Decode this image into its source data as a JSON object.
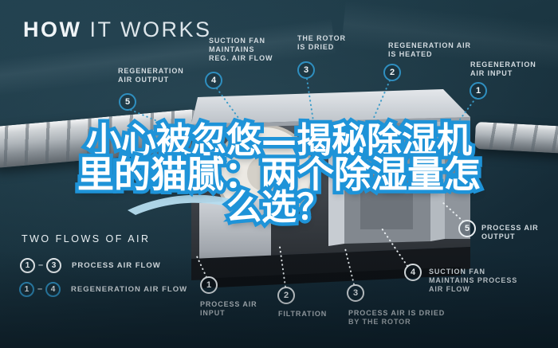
{
  "title": {
    "bold": "HOW",
    "light": " IT WORKS"
  },
  "headline": {
    "line1": "小心被忽悠—揭秘除湿机",
    "line2": "里的猫腻：两个除湿量怎",
    "line3": "么选？"
  },
  "colors": {
    "background": "#1b3642",
    "accent_blue": "#2f8fc0",
    "headline_stroke": "#1e93d8",
    "swoosh": "#b5dcef",
    "label_text": "#d3dbe0"
  },
  "callouts": {
    "reg_output": {
      "num": "5",
      "lines": [
        "REGENERATION",
        "AIR OUTPUT"
      ]
    },
    "suction_reg": {
      "num": "4",
      "lines": [
        "SUCTION FAN",
        "MAINTAINS",
        "REG. AIR FLOW"
      ]
    },
    "rotor_dried": {
      "num": "3",
      "lines": [
        "THE ROTOR",
        "IS DRIED"
      ]
    },
    "reg_heated": {
      "num": "2",
      "lines": [
        "REGENERATION AIR",
        "IS HEATED"
      ]
    },
    "reg_input": {
      "num": "1",
      "lines": [
        "REGENERATION",
        "AIR INPUT"
      ]
    },
    "proc_output": {
      "num": "5",
      "lines": [
        "PROCESS AIR",
        "OUTPUT"
      ]
    },
    "suction_proc": {
      "num": "4",
      "lines": [
        "SUCTION FAN",
        "MAINTAINS PROCESS",
        "AIR FLOW"
      ]
    },
    "proc_dried": {
      "num": "3",
      "lines": [
        "PROCESS AIR IS DRIED",
        "BY THE ROTOR"
      ]
    },
    "filtration": {
      "num": "2",
      "lines": [
        "FILTRATION"
      ]
    },
    "proc_input": {
      "num": "1",
      "lines": [
        "PROCESS AIR",
        "INPUT"
      ]
    }
  },
  "legend": {
    "title": "TWO FLOWS OF AIR",
    "rows": [
      {
        "from": "1",
        "dash": "–",
        "to": "3",
        "label": "PROCESS AIR FLOW",
        "style": "white"
      },
      {
        "from": "1",
        "dash": "–",
        "to": "4",
        "label": "REGENERATION AIR FLOW",
        "style": "blue"
      }
    ]
  }
}
